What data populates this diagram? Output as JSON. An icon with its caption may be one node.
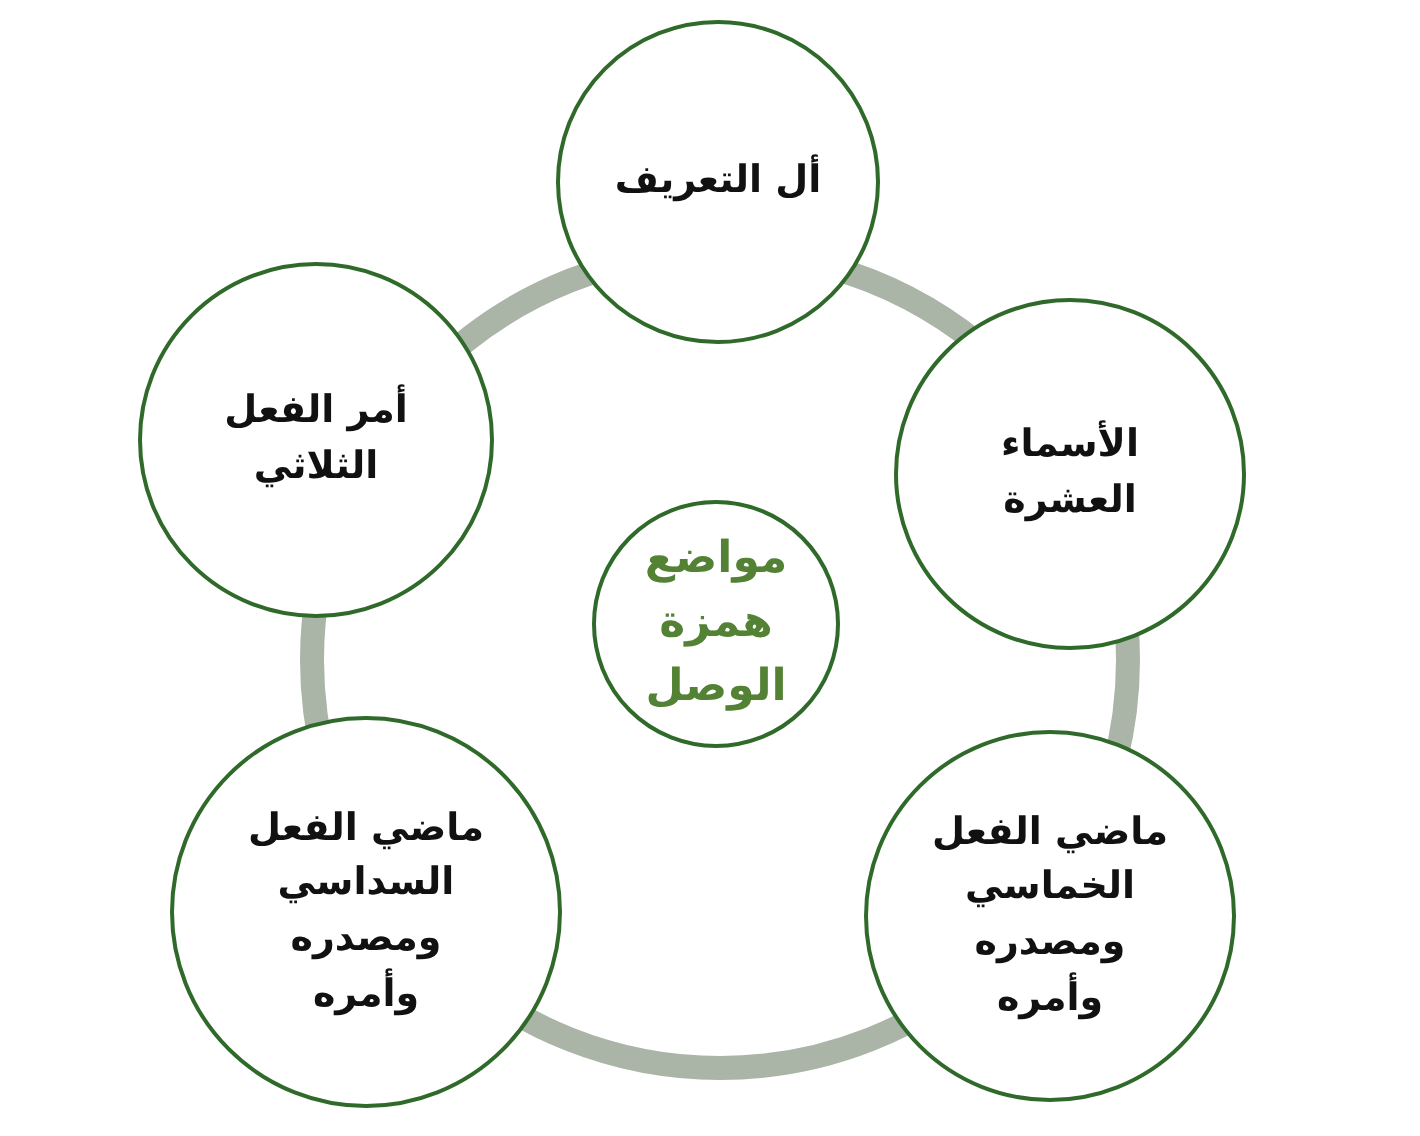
{
  "diagram": {
    "nodes": [
      {
        "text": [
          "مواضع همزة الوصل"
        ]
      },
      {
        "text": [
          "أل التعريف"
        ]
      },
      {
        "text": [
          "الأسماء العشرة"
        ]
      },
      {
        "text": [
          "ماضي الفعل الخماسي ومصدره وأمره"
        ]
      },
      {
        "text": [
          "ماضي الفعل السداسي ومصدره وأمره"
        ]
      },
      {
        "text": [
          "أمر الفعل الثلاثي"
        ]
      }
    ]
  }
}
